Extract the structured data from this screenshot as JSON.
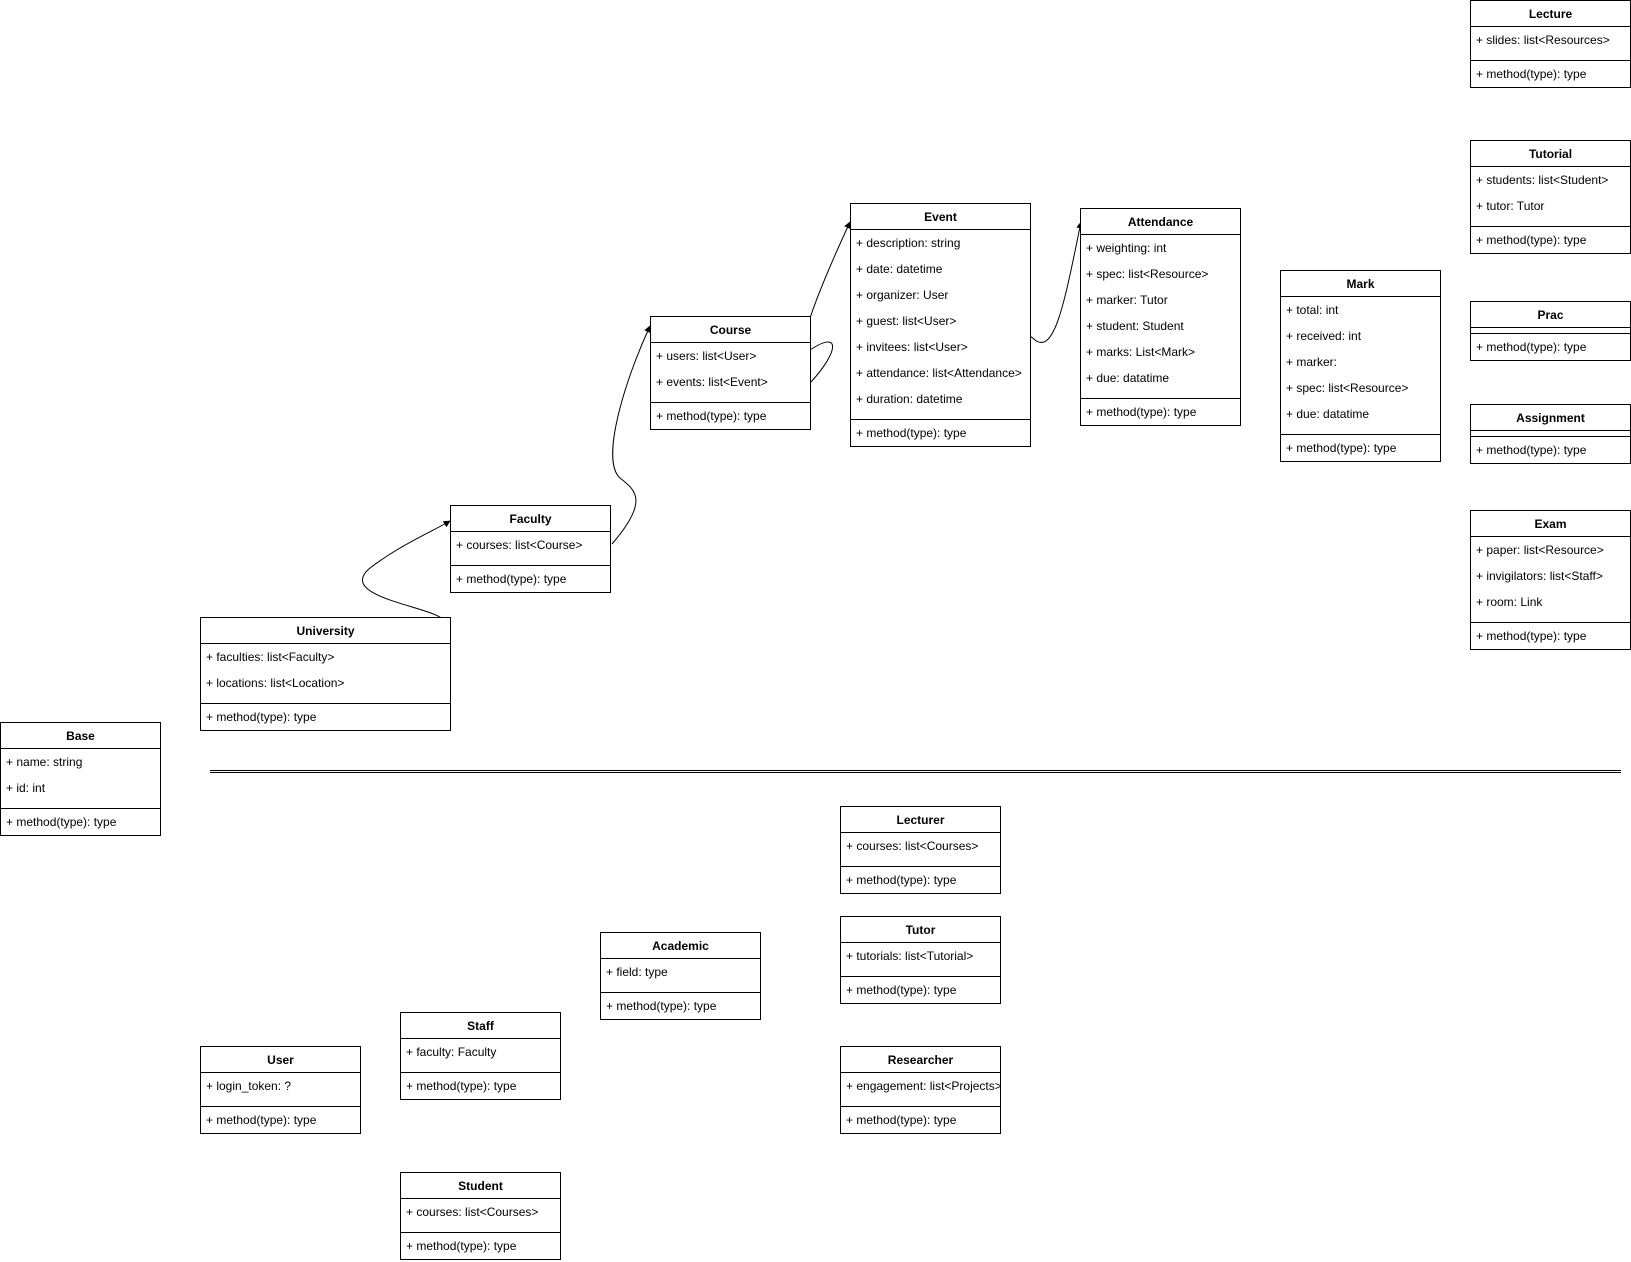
{
  "classes": {
    "base": {
      "name": "Base",
      "attributes": [
        "+ name: string",
        "+ id: int"
      ],
      "methods": [
        "+ method(type): type"
      ]
    },
    "university": {
      "name": "University",
      "attributes": [
        "+ faculties: list<Faculty>",
        "+ locations: list<Location>"
      ],
      "methods": [
        "+ method(type): type"
      ]
    },
    "faculty": {
      "name": "Faculty",
      "attributes": [
        "+ courses: list<Course>"
      ],
      "methods": [
        "+ method(type): type"
      ]
    },
    "course": {
      "name": "Course",
      "attributes": [
        "+ users: list<User>",
        "+ events: list<Event>"
      ],
      "methods": [
        "+ method(type): type"
      ]
    },
    "event": {
      "name": "Event",
      "attributes": [
        "+ description: string",
        "+ date: datetime",
        "+ organizer: User",
        "+ guest: list<User>",
        "+ invitees: list<User>",
        "+ attendance: list<Attendance>",
        "+ duration: datetime"
      ],
      "methods": [
        "+ method(type): type"
      ]
    },
    "attendance": {
      "name": "Attendance",
      "attributes": [
        "+ weighting: int",
        "+ spec: list<Resource>",
        "+ marker: Tutor",
        "+ student: Student",
        "+ marks: List<Mark>",
        "+ due: datatime"
      ],
      "methods": [
        "+ method(type): type"
      ]
    },
    "mark": {
      "name": "Mark",
      "attributes": [
        "+ total: int",
        "+ received: int",
        "+ marker: ",
        "+ spec: list<Resource>",
        "+ due: datatime"
      ],
      "methods": [
        "+ method(type): type"
      ]
    },
    "lecture": {
      "name": "Lecture",
      "attributes": [
        "+ slides: list<Resources>"
      ],
      "methods": [
        "+ method(type): type"
      ]
    },
    "tutorial": {
      "name": "Tutorial",
      "attributes": [
        "+ students: list<Student>",
        "+ tutor: Tutor"
      ],
      "methods": [
        "+ method(type): type"
      ]
    },
    "prac": {
      "name": "Prac",
      "attributes": [],
      "methods": [
        "+ method(type): type"
      ]
    },
    "assignment": {
      "name": "Assignment",
      "attributes": [],
      "methods": [
        "+ method(type): type"
      ]
    },
    "exam": {
      "name": "Exam",
      "attributes": [
        "+ paper: list<Resource>",
        "+ invigilators: list<Staff>",
        "+ room: Link"
      ],
      "methods": [
        "+ method(type): type"
      ]
    },
    "lecturer": {
      "name": "Lecturer",
      "attributes": [
        "+ courses: list<Courses>"
      ],
      "methods": [
        "+ method(type): type"
      ]
    },
    "tutor": {
      "name": "Tutor",
      "attributes": [
        "+ tutorials: list<Tutorial>"
      ],
      "methods": [
        "+ method(type): type"
      ]
    },
    "academic": {
      "name": "Academic",
      "attributes": [
        "+ field: type"
      ],
      "methods": [
        "+ method(type): type"
      ]
    },
    "staff": {
      "name": "Staff",
      "attributes": [
        "+ faculty: Faculty"
      ],
      "methods": [
        "+ method(type): type"
      ]
    },
    "user": {
      "name": "User",
      "attributes": [
        "+ login_token: ?"
      ],
      "methods": [
        "+ method(type): type"
      ]
    },
    "researcher": {
      "name": "Researcher",
      "attributes": [
        "+ engagement: list<Projects>"
      ],
      "methods": [
        "+ method(type): type"
      ]
    },
    "student": {
      "name": "Student",
      "attributes": [
        "+ courses: list<Courses>"
      ],
      "methods": [
        "+ method(type): type"
      ]
    }
  }
}
